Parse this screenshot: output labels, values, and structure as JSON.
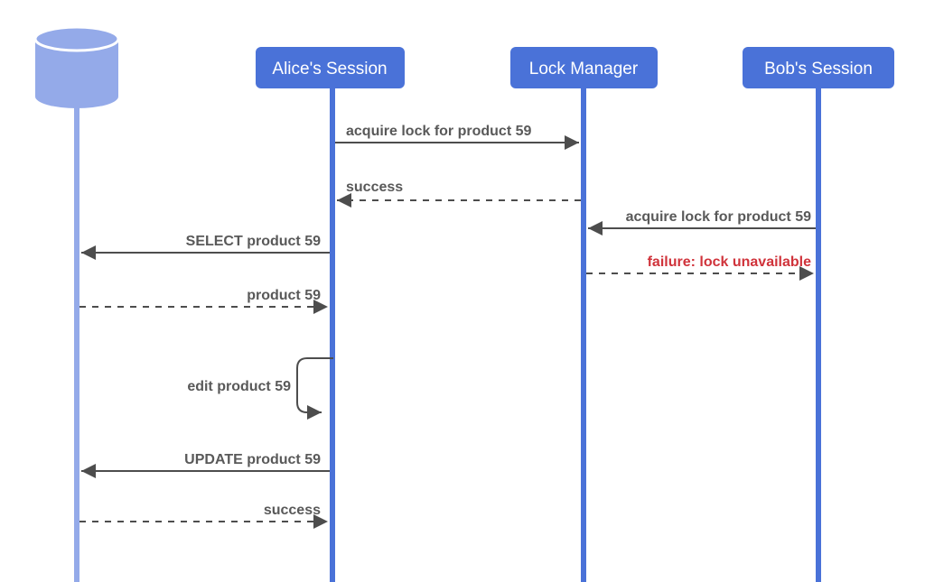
{
  "diagram": {
    "type": "sequence-diagram",
    "background": "#ffffff",
    "colors": {
      "actor_fill": "#4a72d8",
      "actor_text": "#ffffff",
      "database_fill": "#94aae9",
      "arrow": "#4d4d4d",
      "label": "#595959",
      "error_text": "#d0333b"
    },
    "actors": [
      {
        "id": "database",
        "kind": "database",
        "label": ""
      },
      {
        "id": "alice",
        "kind": "participant",
        "label": "Alice's Session"
      },
      {
        "id": "lock_manager",
        "kind": "participant",
        "label": "Lock Manager"
      },
      {
        "id": "bob",
        "kind": "participant",
        "label": "Bob's Session"
      }
    ],
    "messages": [
      {
        "from": "alice",
        "to": "lock_manager",
        "style": "solid",
        "label": "acquire lock for product 59"
      },
      {
        "from": "lock_manager",
        "to": "alice",
        "style": "dashed",
        "label": "success"
      },
      {
        "from": "bob",
        "to": "lock_manager",
        "style": "solid",
        "label": "acquire lock for product 59"
      },
      {
        "from": "alice",
        "to": "database",
        "style": "solid",
        "label": "SELECT product 59"
      },
      {
        "from": "lock_manager",
        "to": "bob",
        "style": "dashed",
        "color": "error",
        "label": "failure: lock unavailable"
      },
      {
        "from": "database",
        "to": "alice",
        "style": "dashed",
        "label": "product 59"
      },
      {
        "from": "alice",
        "to": "alice",
        "style": "self",
        "label": "edit product 59"
      },
      {
        "from": "alice",
        "to": "database",
        "style": "solid",
        "label": "UPDATE product 59"
      },
      {
        "from": "database",
        "to": "alice",
        "style": "dashed",
        "label": "success"
      }
    ]
  }
}
